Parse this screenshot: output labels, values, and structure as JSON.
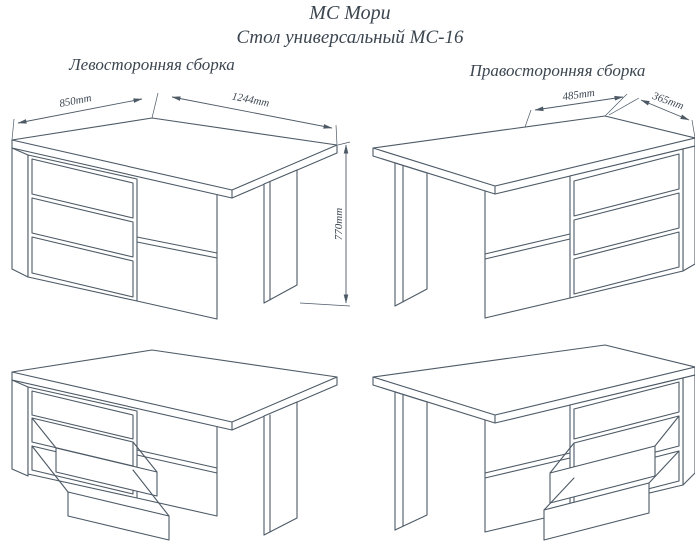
{
  "header": {
    "title": "МС Мори",
    "subtitle": "Стол универсальный МС-16"
  },
  "sections": {
    "left": {
      "label": "Левосторонняя сборка"
    },
    "right": {
      "label": "Правосторонняя сборка"
    }
  },
  "dimensions": {
    "width_left": "850mm",
    "width_right": "1244mm",
    "height": "770mm",
    "depth_main": "485mm",
    "depth_return": "365mm"
  },
  "colors": {
    "line": "#4d5a66",
    "text": "#3c4650",
    "background": "#ffffff"
  }
}
